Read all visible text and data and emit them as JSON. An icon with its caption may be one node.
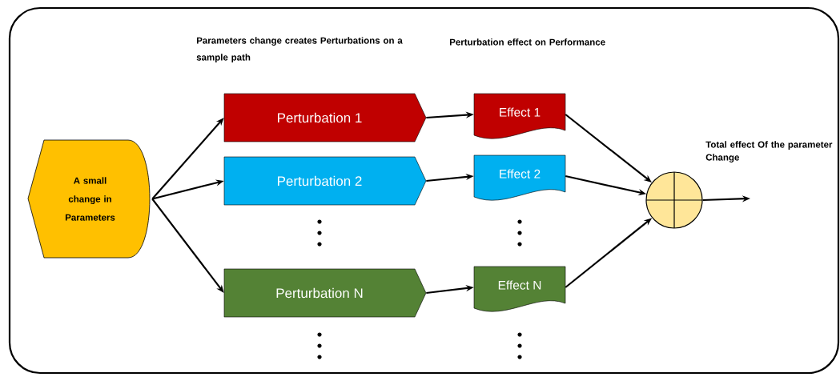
{
  "diagram": {
    "nodes": [
      {
        "text": [
          "A small change in Parameters"
        ]
      },
      {
        "text": [
          "Perturbation 1"
        ]
      },
      {
        "text": [
          "Perturbation 2"
        ]
      },
      {
        "text": [
          "Perturbation N"
        ]
      },
      {
        "text": [
          "Effect 1"
        ]
      },
      {
        "text": [
          "Effect 2"
        ]
      },
      {
        "text": [
          "Effect N"
        ]
      },
      {
        "text": [],
        "shape": "circle",
        "beside": [
          "Total effect Of the parameter Change"
        ]
      }
    ],
    "edges": [
      {
        "from": 0,
        "to": 1,
        "arrow": "to"
      },
      {
        "from": 0,
        "to": 2,
        "arrow": "to"
      },
      {
        "from": 0,
        "to": 3,
        "arrow": "to"
      },
      {
        "from": 1,
        "to": 4,
        "arrow": "to"
      },
      {
        "from": 2,
        "to": 5,
        "arrow": "to"
      },
      {
        "from": 3,
        "to": 6,
        "arrow": "to"
      },
      {
        "from": 4,
        "to": 7,
        "arrow": "to"
      },
      {
        "from": 5,
        "to": 7,
        "arrow": "to"
      },
      {
        "from": 6,
        "to": 7,
        "arrow": "to"
      },
      {
        "from": 7,
        "to": null,
        "arrow": "to"
      }
    ],
    "labels": [
      "Parameters change creates Perturbations on a sample path",
      "Perturbation effect on Performance"
    ]
  }
}
